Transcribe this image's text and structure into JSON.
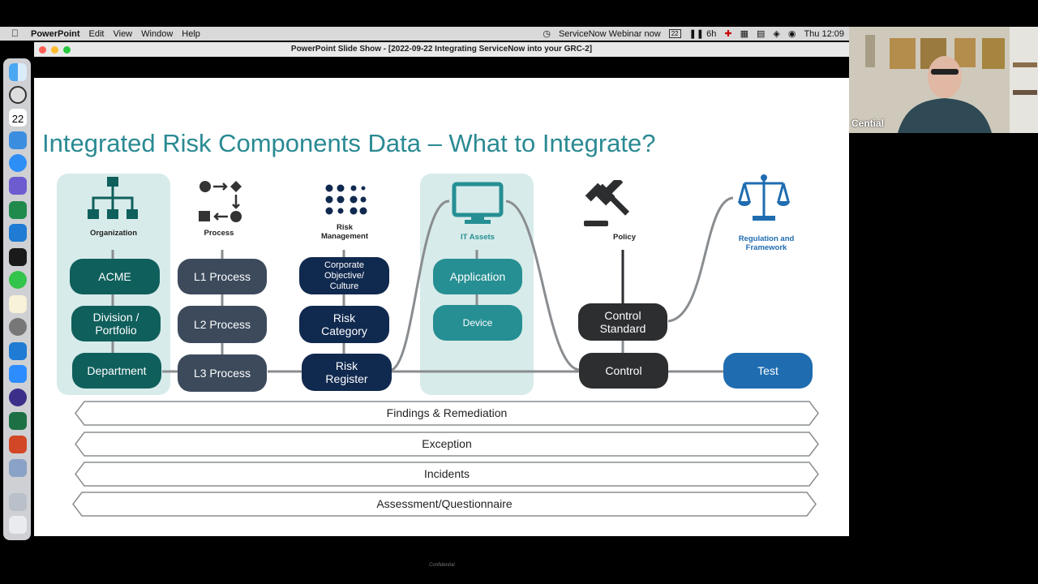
{
  "menubar": {
    "apple": "",
    "app_name": "PowerPoint",
    "menus": [
      "Edit",
      "View",
      "Window",
      "Help"
    ],
    "status": {
      "event": "ServiceNow Webinar now",
      "calendar_day": "22",
      "battery_time": "6h",
      "clock": "Thu 12:09"
    }
  },
  "dock": {
    "calendar_day": "22",
    "icons": [
      "finder-icon",
      "onepassword-icon",
      "calendar-icon",
      "mail-icon",
      "safari-icon",
      "wavebox-icon",
      "meet-icon",
      "vscode-icon",
      "terminal-icon",
      "messages-icon",
      "notes-icon",
      "system-prefs-icon",
      "vscode-icon",
      "zoom-icon",
      "app-icon",
      "excel-icon",
      "powerpoint-icon",
      "preview-icon",
      "downloads-icon",
      "trash-icon"
    ]
  },
  "window": {
    "title": "PowerPoint Slide Show - [2022-09-22 Integrating ServiceNow into your GRC-2]"
  },
  "slide": {
    "title": "Integrated Risk Components Data – What to Integrate?",
    "columns": {
      "organization": {
        "label": "Organization",
        "items": [
          "ACME",
          "Division / Portfolio",
          "Department"
        ]
      },
      "process": {
        "label": "Process",
        "items": [
          "L1 Process",
          "L2 Process",
          "L3 Process"
        ]
      },
      "risk": {
        "label": "Risk Management",
        "items": [
          "Corporate Objective/ Culture",
          "Risk Category",
          "Risk Register"
        ]
      },
      "it_assets": {
        "label": "IT Assets",
        "items": [
          "Application",
          "Device"
        ]
      },
      "policy": {
        "label": "Policy",
        "items": [
          "Control Standard",
          "Control"
        ]
      },
      "regulation": {
        "label": "Regulation and Framework",
        "items": [
          "Test"
        ]
      }
    },
    "bands": [
      "Findings & Remediation",
      "Exception",
      "Incidents",
      "Assessment/Questionnaire"
    ],
    "footer": "Confidential",
    "colors": {
      "title": "#2a8a93",
      "highlight_bg": "#d7ebea",
      "teal_dark": "#0f5f5c",
      "slate": "#3c4a5c",
      "navy": "#10294f",
      "teal": "#258f93",
      "charcoal": "#2c2e30",
      "blue": "#1f6cb0"
    }
  },
  "webcam": {
    "participant_name": "Cential"
  }
}
